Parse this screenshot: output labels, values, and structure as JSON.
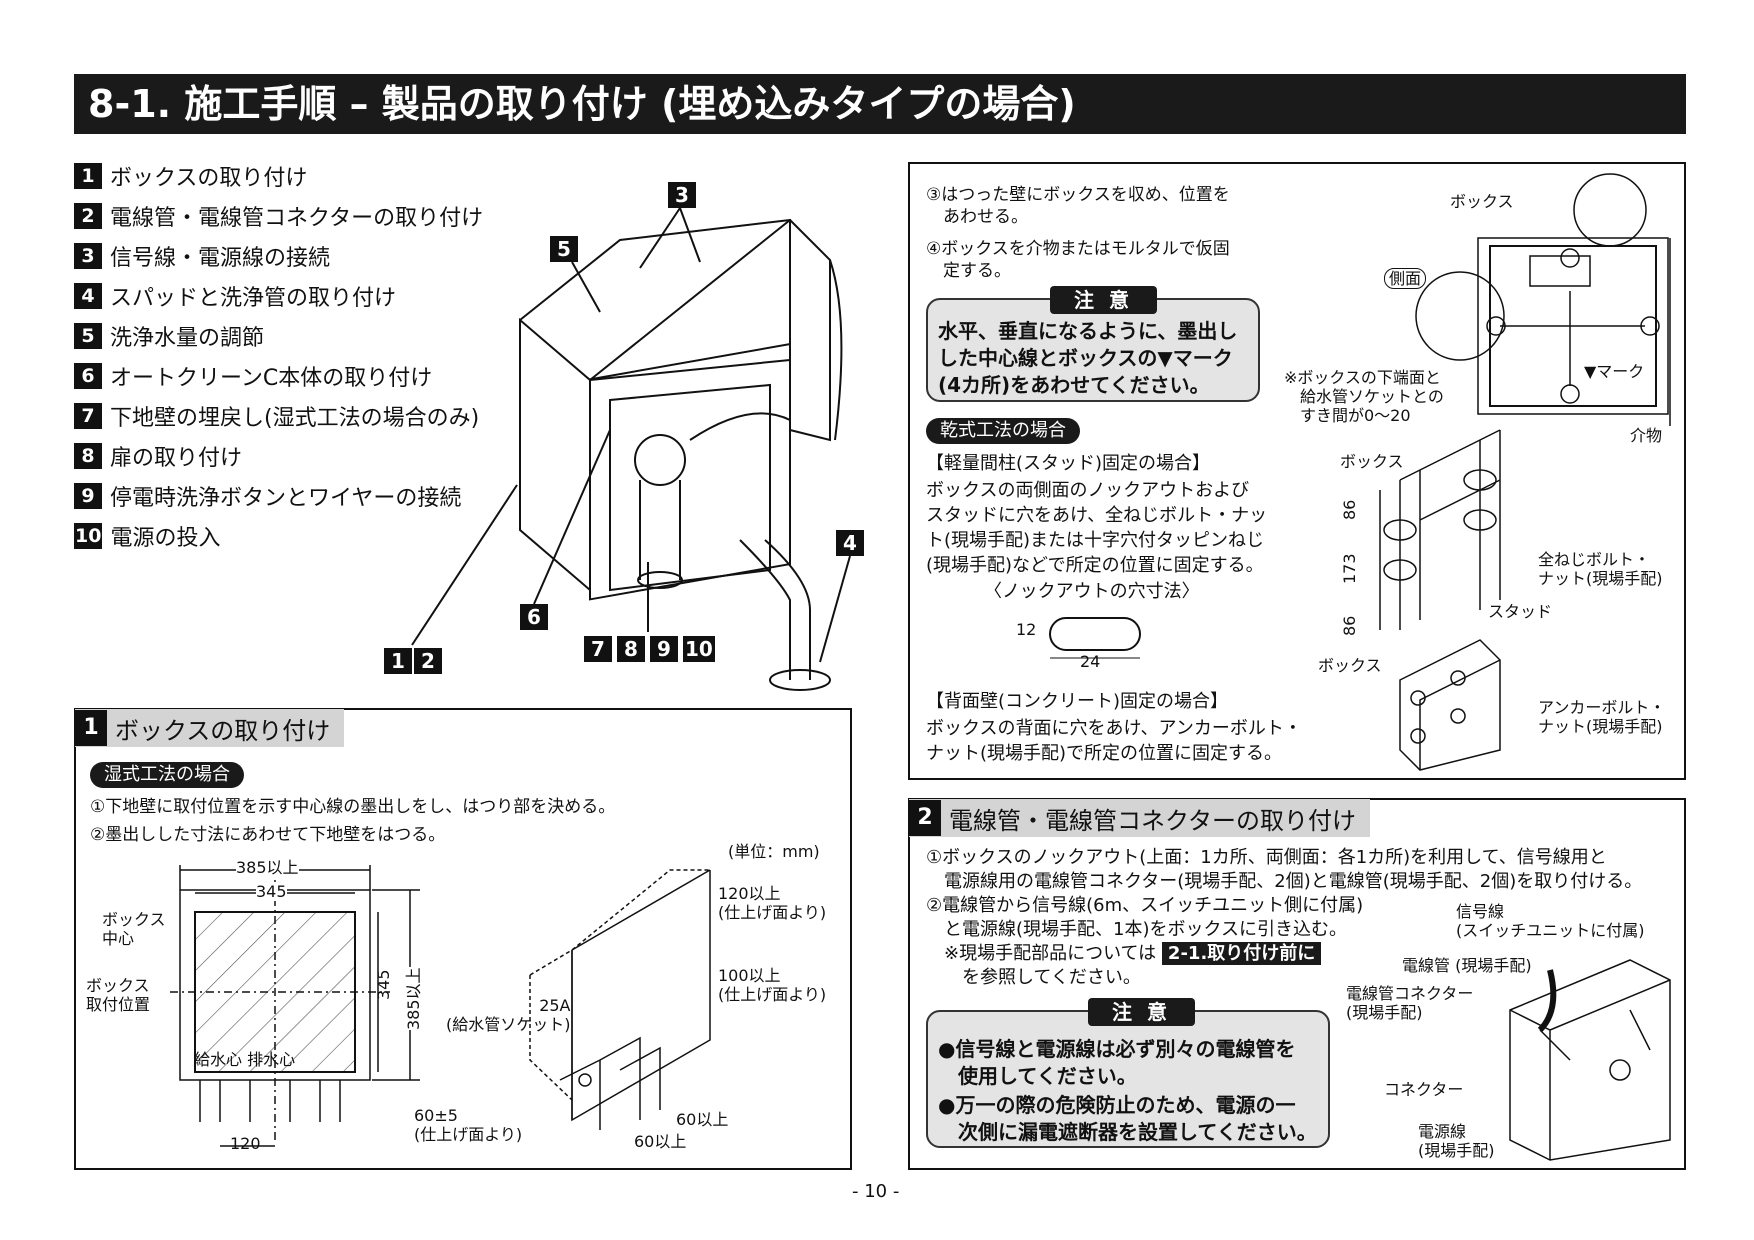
{
  "header": {
    "title": "8-1. 施工手順 – 製品の取り付け (埋め込みタイプの場合)"
  },
  "steps": [
    {
      "num": "1",
      "label": "ボックスの取り付け"
    },
    {
      "num": "2",
      "label": "電線管・電線管コネクターの取り付け"
    },
    {
      "num": "3",
      "label": "信号線・電源線の接続"
    },
    {
      "num": "4",
      "label": "スパッドと洗浄管の取り付け"
    },
    {
      "num": "5",
      "label": "洗浄水量の調節"
    },
    {
      "num": "6",
      "label": "オートクリーンC本体の取り付け"
    },
    {
      "num": "7",
      "label": "下地壁の埋戻し(湿式工法の場合のみ)"
    },
    {
      "num": "8",
      "label": "扉の取り付け"
    },
    {
      "num": "9",
      "label": "停電時洗浄ボタンとワイヤーの接続"
    },
    {
      "num": "10",
      "label": "電源の投入"
    }
  ],
  "overview_tags": {
    "t3": "3",
    "t5": "5",
    "t4": "4",
    "t6": "6",
    "t1": "1",
    "t2": "2",
    "t7": "7",
    "t8": "8",
    "t9": "9",
    "t10": "10"
  },
  "section1": {
    "num": "1",
    "title": "ボックスの取り付け",
    "wet_label": "湿式工法の場合",
    "wet_steps": [
      "①下地壁に取付位置を示す中心線の墨出しをし、はつり部を決める。",
      "②墨出しした寸法にあわせて下地壁をはつる。"
    ],
    "unit": "(単位：mm)",
    "dims": {
      "d385a": "385以上",
      "d345a": "345",
      "d345b": "345",
      "d385b": "385以上",
      "d120": "120",
      "box_center": "ボックス\n中心",
      "box_pos": "ボックス\n取付位置",
      "supply_drain": "給水心 排水心",
      "top120": "120以上\n(仕上げ面より)",
      "side100": "100以上\n(仕上げ面より)",
      "socket": "25A\n(給水管ソケット)",
      "d60pm5": "60±5\n(仕上げ面より)",
      "d60a": "60以上",
      "d60b": "60以上"
    }
  },
  "right_top": {
    "step3": "③はつった壁にボックスを収め、位置を\n　あわせる。",
    "step4": "④ボックスを介物またはモルタルで仮固\n　定する。",
    "caution_head": "注 意",
    "caution_text": "水平、垂直になるように、墨出し\nした中心線とボックスの▼マーク\n(4カ所)をあわせてください。",
    "dry_label": "乾式工法の場合",
    "stud_title": "【軽量間柱(スタッド)固定の場合】",
    "stud_text": "ボックスの両側面のノックアウトおよび\nスタッドに穴をあけ、全ねじボルト・ナッ\nト(現場手配)または十字穴付タッピンねじ\n(現場手配)などで所定の位置に固定する。",
    "knock_title": "〈ノックアウトの穴寸法〉",
    "knock_h": "12",
    "knock_w": "24",
    "concrete_title": "【背面壁(コンクリート)固定の場合】",
    "concrete_text": "ボックスの背面に穴をあけ、アンカーボルト・\nナット(現場手配)で所定の位置に固定する。",
    "labels": {
      "box1": "ボックス",
      "side": "側面",
      "gap": "※ボックスの下端面と\n　給水管ソケットとの\n　すき間が0～20",
      "mark": "▼マーク",
      "spacer": "介物",
      "box2": "ボックス",
      "d86a": "86",
      "d173": "173",
      "d86b": "86",
      "bolt": "全ねじボルト・\nナット(現場手配)",
      "stud": "スタッド",
      "box3": "ボックス",
      "anchor": "アンカーボルト・\nナット(現場手配)"
    }
  },
  "section2": {
    "num": "2",
    "title": "電線管・電線管コネクターの取り付け",
    "line1": "①ボックスのノックアウト(上面：1カ所、両側面：各1カ所)を利用して、信号線用と",
    "line2": "　電源線用の電線管コネクター(現場手配、2個)と電線管(現場手配、2個)を取り付ける。",
    "line3": "②電線管から信号線(6m、スイッチユニット側に付属)",
    "line4": "　と電源線(現場手配、1本)をボックスに引き込む。",
    "line5": "　※現場手配部品については",
    "ref": "2-1.取り付け前に",
    "line6": "　　を参照してください。",
    "caution_head": "注 意",
    "caution1": "●信号線と電源線は必ず別々の電線管を\n　使用してください。",
    "caution2": "●万一の際の危険防止のため、電源の一\n　次側に漏電遮断器を設置してください。",
    "labels": {
      "signal": "信号線\n(スイッチユニットに付属)",
      "conduit": "電線管 (現場手配)",
      "conn": "電線管コネクター\n(現場手配)",
      "connector": "コネクター",
      "power": "電源線\n(現場手配)"
    }
  },
  "footer": {
    "page": "- 10 -"
  }
}
